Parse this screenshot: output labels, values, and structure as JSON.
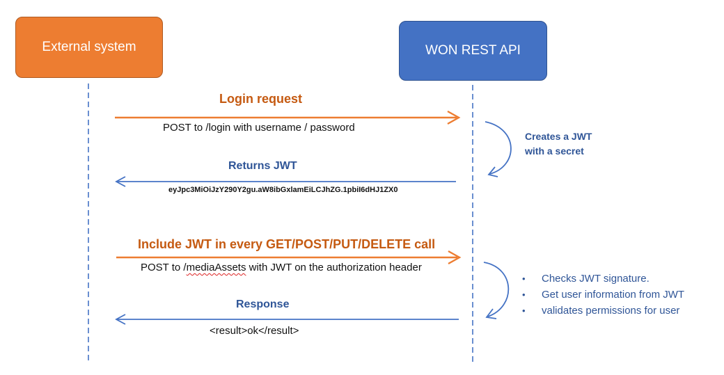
{
  "actors": {
    "external": "External system",
    "won": "WON REST API"
  },
  "messages": {
    "login_title": "Login request",
    "login_detail": "POST to /login with username / password",
    "returns_title": "Returns JWT",
    "returns_token": "eyJpc3MiOiJzY290Y2gu.aW8ibGxlamEiLCJhZG.1pbiI6dHJ1ZX0",
    "include_title": "Include JWT in every GET/POST/PUT/DELETE call",
    "include_detail_prefix": "POST to /",
    "include_detail_word": "mediaAssets",
    "include_detail_suffix": " with JWT on the authorization header",
    "response_title": "Response",
    "response_detail": "<result>ok</result>"
  },
  "notes": {
    "creates_line1": "Creates a JWT",
    "creates_line2": "with a secret",
    "checks": [
      "Checks JWT signature.",
      "Get user information from JWT",
      "validates permissions for user"
    ],
    "bullet": "•"
  },
  "colors": {
    "orange": "#ED7D31",
    "blue": "#4472C4",
    "dark_orange": "#C55A11",
    "dark_blue": "#2F5597"
  }
}
